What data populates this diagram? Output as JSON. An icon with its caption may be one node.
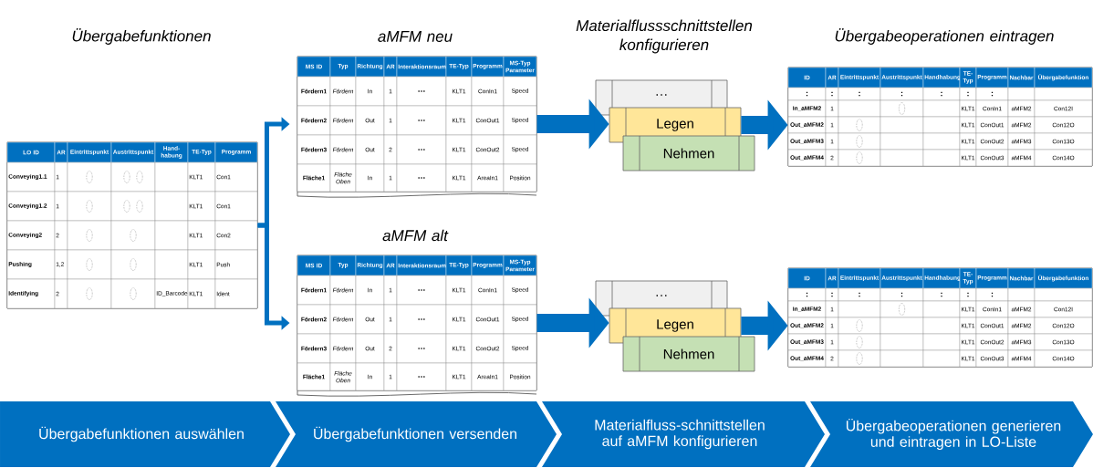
{
  "diagram": {
    "nodes": [
      {
        "text": [
          "Übergabefunktionen",
          "LO ID",
          "AR",
          "Eintrittspunkt",
          "Austrittspunkt",
          "Hand-habung",
          "TE-Typ",
          "Programm",
          "Conveying1.1",
          "1",
          "KLT1",
          "Con1",
          "Conveying1.2",
          "1",
          "KLT1",
          "Con1",
          "Conveying2",
          "2",
          "KLT1",
          "Con2",
          "Pushing",
          "1,2",
          "KLT1",
          "Push",
          "Identifying",
          "2",
          "ID_Barcode",
          "KLT1",
          "Ident"
        ]
      },
      {
        "text": [
          "aMFM neu",
          "MS ID",
          "Typ",
          "Richtung",
          "AR",
          "Interaktionsraum",
          "TE-Typ",
          "Programm",
          "MS-Typ Parameter",
          "Fördern1",
          "Fördern",
          "In",
          "1",
          "…",
          "KLT1",
          "ConIn1",
          "Speed",
          "Fördern2",
          "Fördern",
          "Out",
          "1",
          "…",
          "KLT1",
          "ConOut1",
          "Speed",
          "Fördern3",
          "Fördern",
          "Out",
          "2",
          "…",
          "KLT1",
          "ConOut2",
          "Speed",
          "Fläche1",
          "Fläche Oben",
          "In",
          "1",
          "…",
          "KLT1",
          "AreaIn1",
          "Position"
        ]
      },
      {
        "text": [
          "aMFM alt",
          "MS ID",
          "Typ",
          "Richtung",
          "AR",
          "Interaktionsraum",
          "TE-Typ",
          "Programm",
          "MS-Typ Parameter",
          "Fördern1",
          "Fördern",
          "In",
          "1",
          "…",
          "KLT1",
          "ConIn1",
          "Speed",
          "Fördern2",
          "Fördern",
          "Out",
          "1",
          "…",
          "KLT1",
          "ConOut1",
          "Speed",
          "Fördern3",
          "Fördern",
          "Out",
          "2",
          "…",
          "KLT1",
          "ConOut2",
          "Speed",
          "Fläche1",
          "Fläche Oben",
          "In",
          "1",
          "…",
          "KLT1",
          "AreaIn1",
          "Position"
        ]
      },
      {
        "text": [
          "Materialflussschnittstellen konfigurieren",
          "…"
        ]
      },
      {
        "text": [
          "Legen"
        ]
      },
      {
        "text": [
          "Nehmen"
        ]
      },
      {
        "text": [
          "…"
        ]
      },
      {
        "text": [
          "Legen"
        ]
      },
      {
        "text": [
          "Nehmen"
        ]
      },
      {
        "text": [
          "Übergabeoperationen eintragen",
          "ID",
          "AR",
          "Eintrittspunkt",
          "Austrittspunkt",
          "Handhabung",
          "TE-Typ",
          "Programm",
          "Nachbar",
          "Übergabefunktion",
          ":",
          ":",
          ":",
          ":",
          ":",
          ":",
          ":",
          "In_aMFM2",
          "1",
          "KLT1",
          "ConIn1",
          "aMFM2",
          "Con12I",
          "Out_aMFM2",
          "1",
          "KLT1",
          "ConOut1",
          "aMFM2",
          "Con12O",
          "Out_aMFM3",
          "1",
          "KLT1",
          "ConOut2",
          "aMFM3",
          "Con13O",
          "Out_aMFM4",
          "2",
          "KLT1",
          "ConOut3",
          "aMFM4",
          "Con14O"
        ]
      },
      {
        "text": [
          "ID",
          "AR",
          "Eintrittspunkt",
          "Austrittspunkt",
          "Handhabung",
          "TE-Typ",
          "Programm",
          "Nachbar",
          "Übergabefunktion",
          ":",
          ":",
          ":",
          ":",
          ":",
          ":",
          ":",
          "In_aMFM2",
          "1",
          "KLT1",
          "ConIn1",
          "aMFM2",
          "Con12I",
          "Out_aMFM2",
          "1",
          "KLT1",
          "ConOut1",
          "aMFM2",
          "Con12O",
          "Out_aMFM3",
          "1",
          "KLT1",
          "ConOut2",
          "aMFM3",
          "Con13O",
          "Out_aMFM4",
          "2",
          "KLT1",
          "ConOut3",
          "aMFM4",
          "Con14O"
        ]
      },
      {
        "text": [
          "Übergabefunktionen auswählen"
        ]
      },
      {
        "text": [
          "Übergabefunktionen versenden"
        ]
      },
      {
        "text": [
          "Materialfluss-schnittstellen auf aMFM konfigurieren"
        ]
      },
      {
        "text": [
          "Übergabeoperationen generieren und eintragen in LO-Liste"
        ]
      }
    ],
    "edges": [
      {
        "from": 0,
        "to": 1,
        "arrow": "to"
      },
      {
        "from": 0,
        "to": 2,
        "arrow": "to"
      },
      {
        "from": 1,
        "to": 4,
        "arrow": "to"
      },
      {
        "from": 2,
        "to": 7,
        "arrow": "to"
      },
      {
        "from": 4,
        "to": 9,
        "arrow": "to"
      },
      {
        "from": 7,
        "to": 10,
        "arrow": "to"
      }
    ]
  }
}
